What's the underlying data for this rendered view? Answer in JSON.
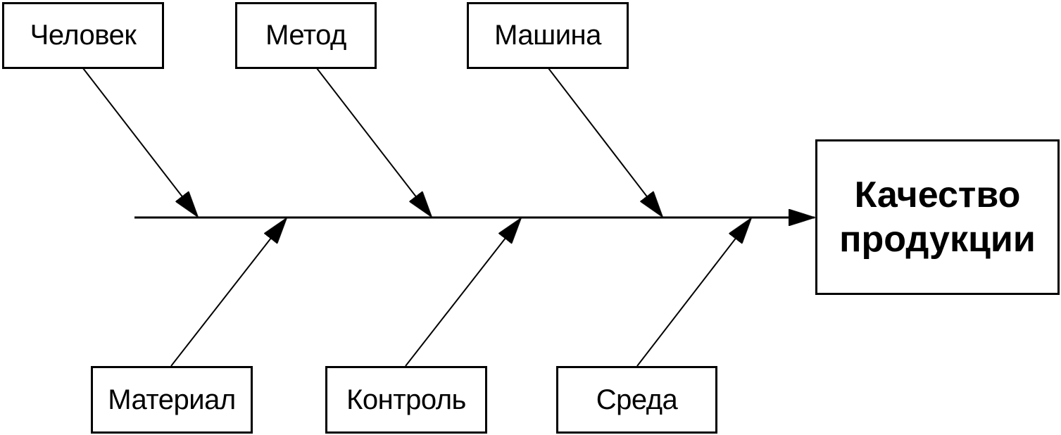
{
  "diagram": {
    "type": "fishbone",
    "effect": {
      "line1": "Качество",
      "line2": "продукции"
    },
    "causes_top": [
      {
        "label": "Человек"
      },
      {
        "label": "Метод"
      },
      {
        "label": "Машина"
      }
    ],
    "causes_bottom": [
      {
        "label": "Материал"
      },
      {
        "label": "Контроль"
      },
      {
        "label": "Среда"
      }
    ],
    "colors": {
      "stroke": "#000000",
      "background": "#ffffff"
    }
  }
}
